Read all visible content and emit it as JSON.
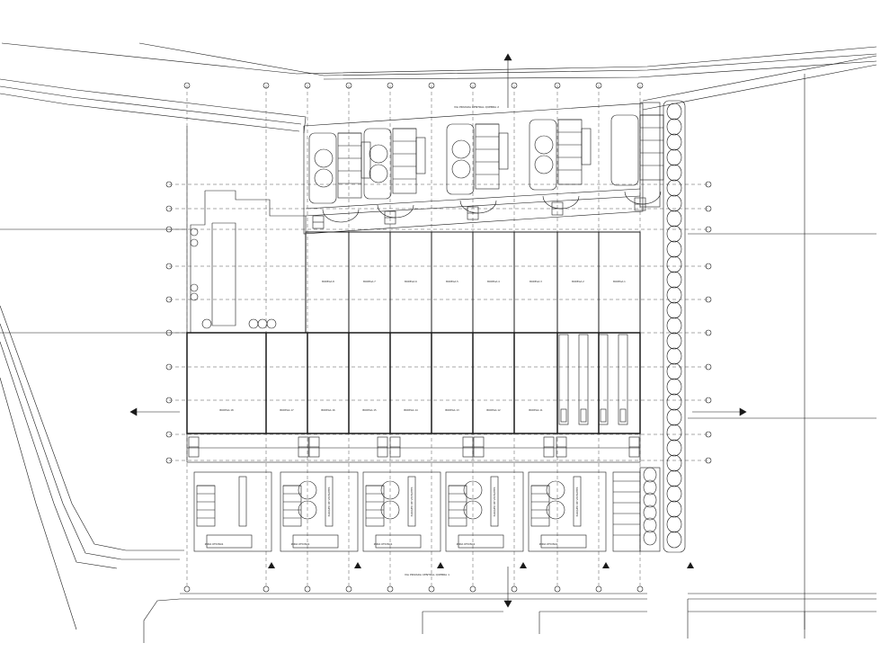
{
  "street_labels": {
    "north": "VIA PRIVADA CENTRAL QUEBRA 2",
    "south": "VIA PRIVADA CENTRAL QUEBRA 1"
  },
  "bays_north": [
    "BODEGA 8",
    "BODEGA 7",
    "BODEGA 6",
    "BODEGA 5",
    "BODEGA 4",
    "BODEGA 3",
    "BODEGA 2",
    "BODEGA 1"
  ],
  "bays_south": [
    "BODEGA 18",
    "BODEGA 17",
    "BODEGA 16",
    "BODEGA 15",
    "BODEGA 14",
    "BODEGA 13",
    "BODEGA 12",
    "BODEGA 11"
  ],
  "office_labels_south": [
    "ZONA OFICINAS",
    "ZONA OFICINAS",
    "ZONA OFICINAS",
    "ZONA OFICINAS",
    "ZONA OFICINAS"
  ],
  "parking_labels": [
    "PARQUEO DE VISITANTES",
    "PARQUEO DE VISITANTES",
    "PARQUEO DE VISITANTES",
    "PARQUEO DE VISITANTES"
  ]
}
